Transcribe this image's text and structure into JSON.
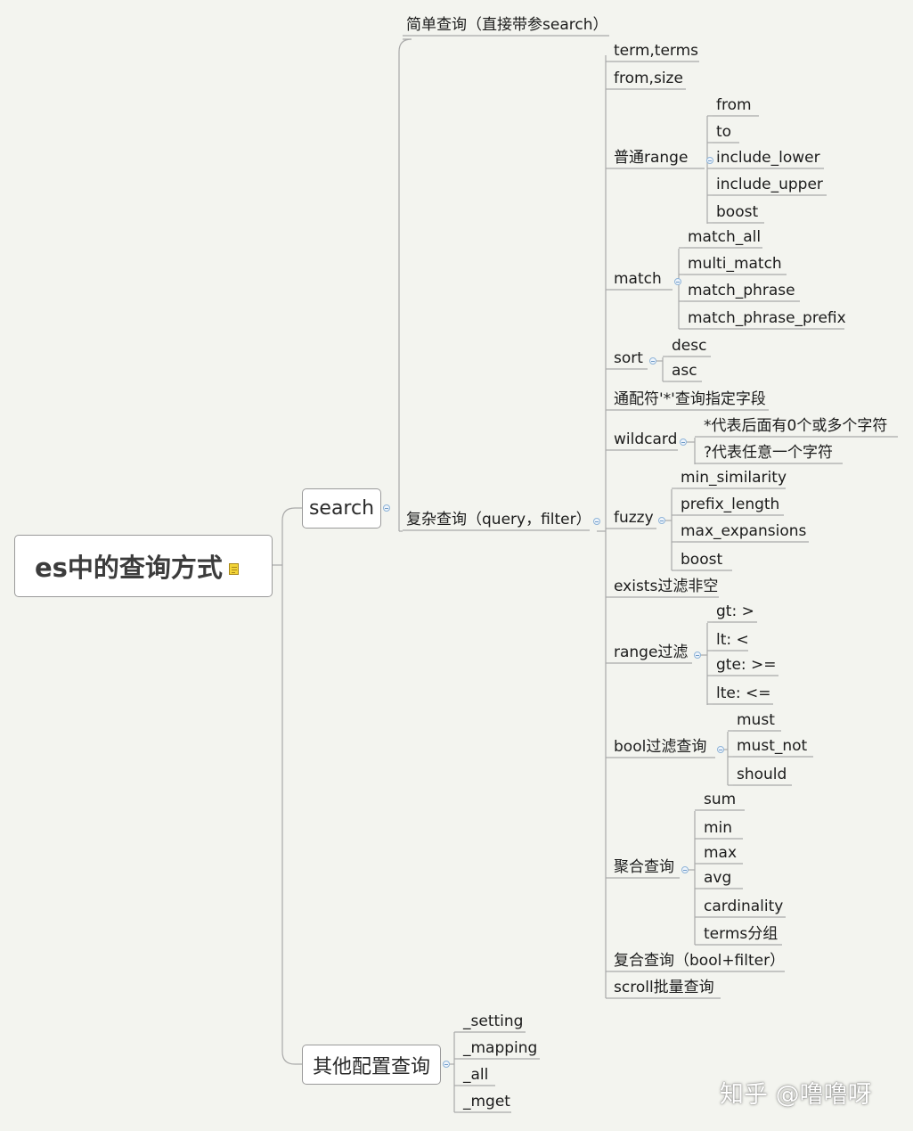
{
  "root": {
    "label": "es中的查询方式",
    "icon": "note-icon"
  },
  "branches": {
    "search": {
      "label": "search",
      "simple": "简单查询（直接带参search）",
      "complex": {
        "label": "复杂查询（query，filter）",
        "term_terms": "term,terms",
        "from_size": "from,size",
        "range": {
          "label": "普通range",
          "children": [
            "from",
            "to",
            "include_lower",
            "include_upper",
            "boost"
          ]
        },
        "match": {
          "label": "match",
          "children": [
            "match_all",
            "multi_match",
            "match_phrase",
            "match_phrase_prefix"
          ]
        },
        "sort": {
          "label": "sort",
          "children": [
            "desc",
            "asc"
          ]
        },
        "wildcard_fields": "通配符'*'查询指定字段",
        "wildcard": {
          "label": "wildcard",
          "children": [
            "*代表后面有0个或多个字符",
            "?代表任意一个字符"
          ]
        },
        "fuzzy": {
          "label": "fuzzy",
          "children": [
            "min_similarity",
            "prefix_length",
            "max_expansions",
            "boost"
          ]
        },
        "exists": "exists过滤非空",
        "range_filter": {
          "label": "range过滤",
          "children": [
            "gt: >",
            "lt: <",
            "gte: >=",
            "lte: <="
          ]
        },
        "bool": {
          "label": "bool过滤查询",
          "children": [
            "must",
            "must_not",
            "should"
          ]
        },
        "agg": {
          "label": "聚合查询",
          "children": [
            "sum",
            "min",
            "max",
            "avg",
            "cardinality",
            "terms分组"
          ]
        },
        "compound": "复合查询（bool+filter）",
        "scroll": "scroll批量查询"
      }
    },
    "config": {
      "label": "其他配置查询",
      "children": [
        "_setting",
        "_mapping",
        "_all",
        "_mget"
      ]
    }
  },
  "watermark": "知乎 @噜噜呀",
  "colors": {
    "background": "#f3f4ef",
    "line": "#a9a9a9",
    "box_border": "#9a9a9a",
    "collapse": "#8fb4d8"
  }
}
